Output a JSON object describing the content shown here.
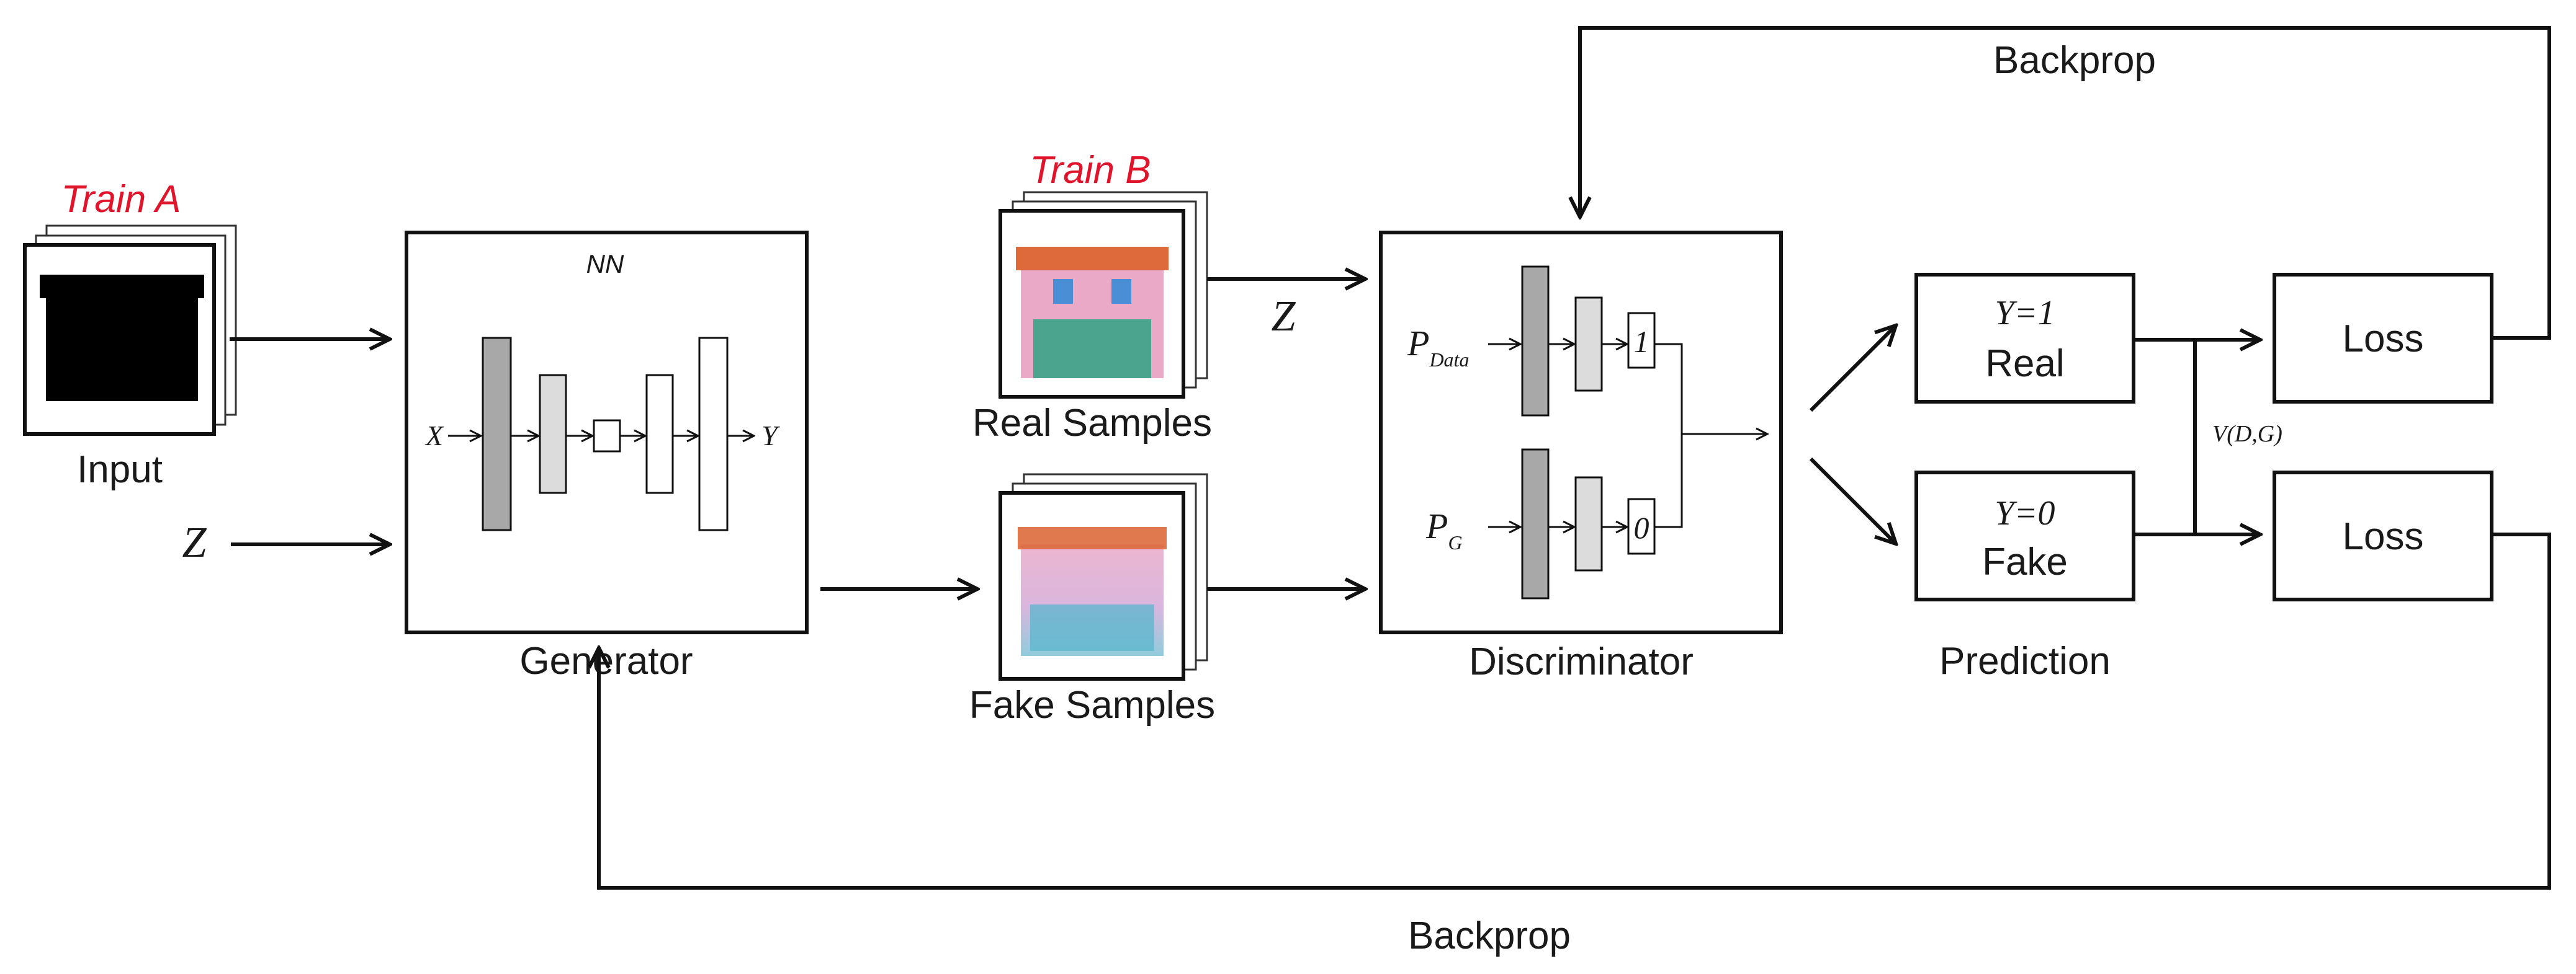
{
  "input": {
    "train_label": "Train A",
    "caption": "Input"
  },
  "z_left": "Z",
  "generator": {
    "nn_label": "NN",
    "x_label": "X",
    "y_label": "Y",
    "caption": "Generator"
  },
  "real_samples": {
    "train_label": "Train B",
    "caption": "Real Samples",
    "z_label": "Z"
  },
  "fake_samples": {
    "caption": "Fake Samples"
  },
  "discriminator": {
    "p_data_main": "P",
    "p_data_sub": "Data",
    "p_g_main": "P",
    "p_g_sub": "G",
    "out_one": "1",
    "out_zero": "0",
    "caption": "Discriminator"
  },
  "prediction": {
    "real_y": "Y=1",
    "real_label": "Real",
    "fake_y": "Y=0",
    "fake_label": "Fake",
    "caption": "Prediction"
  },
  "value_fn": "V(D,G)",
  "loss": {
    "top": "Loss",
    "bottom": "Loss"
  },
  "backprop_top": "Backprop",
  "backprop_bottom": "Backprop",
  "colors": {
    "train_label": "#e0142a",
    "roof": "#de6a3c",
    "wall": "#e9a9c7",
    "window": "#4a8ed6",
    "door": "#4aa48e"
  }
}
